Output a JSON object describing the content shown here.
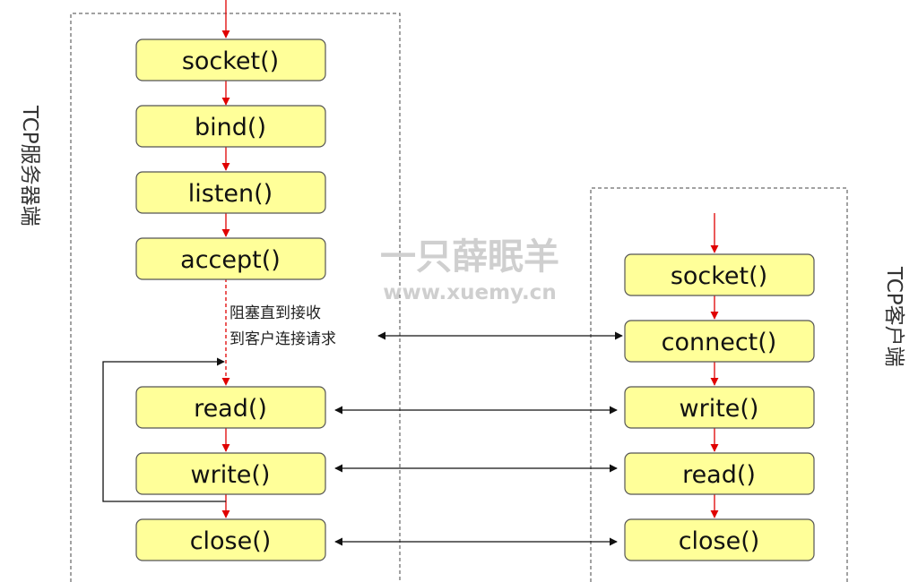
{
  "server": {
    "label": "TCP服务器端",
    "steps": [
      "socket()",
      "bind()",
      "listen()",
      "accept()",
      "read()",
      "write()",
      "close()"
    ]
  },
  "client": {
    "label": "TCP客户端",
    "steps": [
      "socket()",
      "connect()",
      "write()",
      "read()",
      "close()"
    ]
  },
  "note": {
    "line1": "阻塞直到接收",
    "line2": "到客户连接请求"
  },
  "watermark": {
    "name": "一只薛眠羊",
    "url": "www.xuemy.cn"
  },
  "colors": {
    "box_fill": "#ffff99",
    "flow_arrow": "#e00000",
    "link_arrow": "#111111"
  }
}
